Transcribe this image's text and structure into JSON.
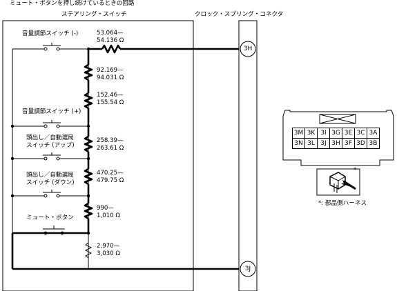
{
  "diagram_title": "ミュート・ボタンを押し続けているときの回路",
  "switch_box_title": "ステアリング・スイッチ",
  "connector_title": "クロック・スプリング・コネクタ",
  "switches": {
    "vol_down": "音量調節スイッチ (-)",
    "vol_up": "音量調節スイッチ (+)",
    "seek_up_line1": "頭出し／自動選局",
    "seek_up_line2": "スイッチ (アップ)",
    "seek_down_line1": "頭出し／自動選局",
    "seek_down_line2": "スイッチ (ダウン)",
    "mute": "ミュート・ボタン"
  },
  "resistors": [
    {
      "line1": "53.064—",
      "line2": "54.136 Ω"
    },
    {
      "line1": "92.169—",
      "line2": "94.031 Ω"
    },
    {
      "line1": "152.46—",
      "line2": "155.54 Ω"
    },
    {
      "line1": "258.39—",
      "line2": "263.61 Ω"
    },
    {
      "line1": "470.25—",
      "line2": "479.75 Ω"
    },
    {
      "line1": "990—",
      "line2": "1,010 Ω"
    },
    {
      "line1": "2,970—",
      "line2": "3,030 Ω"
    }
  ],
  "terminals": {
    "top": "3H",
    "bottom": "3J"
  },
  "connector_pins": {
    "row1": [
      "3M",
      "3K",
      "3I",
      "3G",
      "3E",
      "3C",
      "3A"
    ],
    "row2": [
      "3N",
      "3L",
      "3J",
      "3H",
      "3F",
      "3D",
      "3B"
    ]
  },
  "harness": {
    "mark": "*",
    "caption": "*: 部品側ハーネス"
  }
}
